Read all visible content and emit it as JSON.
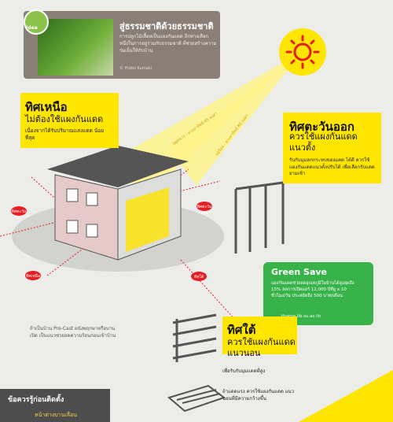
{
  "idea": {
    "badge": "Idea",
    "title": "สู่ธรรมชาติด้วยธรรมชาติ",
    "text": "การปลูกไม้เลื้อยเป็นแผงกันแดด อีกทางเลือกหนึ่งในการอยู่ร่วมกับธรรมชาติ ที่ช่วยสร้างความร่มเย็นให้กับบ้าน",
    "credit": "© Hideo Kumaki"
  },
  "north": {
    "title": "ทิศเหนือ",
    "subtitle": "ไม่ต้องใช้แผงกันแดด",
    "text": "เนื่องจากได้รับปริมาณแสงแดด น้อยที่สุด"
  },
  "east": {
    "title": "ทิศตะวันออก",
    "subtitle": "ควรใช้แผงกันแดด แนวตั้ง",
    "text": "รับกับมุมตกกระทบของแดด ได้ดี ควรใช้แผงกันแดดแนวตั้งปรับได้ เพื่อเลือกรับแดดยามเช้า"
  },
  "green_save": {
    "title": "Green Save",
    "text": "แผงกันแดดช่วยลดอุณหภูมิในบ้านได้สูงสุดถึง 15% ลดการเปิดแอร์ 12,000 บีทียู x 10 ชั่วโมง/วัน ประหยัดถึง 500 บาท/เดือน",
    "url": "thapra.lib.su.ac.th"
  },
  "south": {
    "title": "ทิศใต้",
    "subtitle": "ควรใช้แผงกันแดด แนวนอน",
    "text": "เพื่อรับกับมุมแดดที่สูง",
    "text2": "ถ้าแดดแรง ควรใช้แผงกันแดด แนวนอนที่มีความกว้างขึ้น"
  },
  "precast": "ถ้าเป็นบ้าน Pre-Cast ผนังพฤกษาหรือบานเปิด เป็นแนวช่วยลดความร้อนก่อนเข้าบ้าน",
  "tips": {
    "title": "ข้อควรรู้ก่อนติดตั้ง",
    "sub": "หน้าต่างบานเลื่อน"
  },
  "directions": {
    "west": "ทิศตะวันตก",
    "east": "ทิศตะวันออก",
    "north": "ทิศเหนือ",
    "south": "ทิศใต้"
  },
  "beam_labels": {
    "winter": "ฤดูหนาว - ดวงอาทิตย์ 45 องศา",
    "summer": "ฤดูร้อน - ดวงอาทิตย์ 80 องศา"
  },
  "colors": {
    "yellow": "#ffe600",
    "green": "#37b34a",
    "red": "#e31e24",
    "sun": "#e31e24"
  }
}
